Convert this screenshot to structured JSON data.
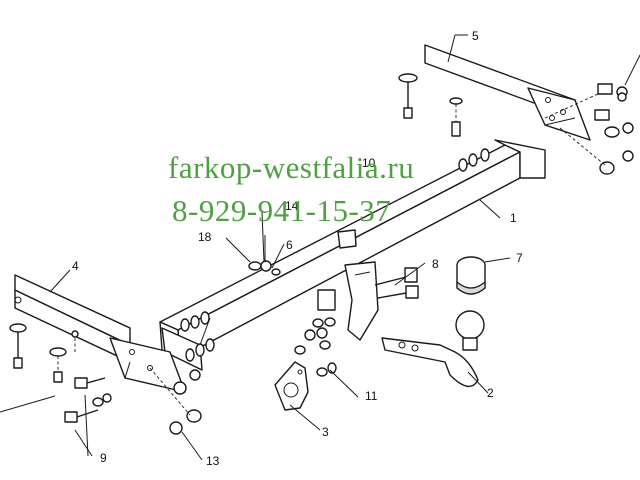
{
  "watermark": {
    "site": "farkop-westfalia.ru",
    "phone": "8-929-941-15-37",
    "color": "#4fa042"
  },
  "callouts": [
    "1",
    "2",
    "3",
    "4",
    "5",
    "6",
    "7",
    "8",
    "9",
    "10",
    "11",
    "13",
    "14",
    "18"
  ]
}
